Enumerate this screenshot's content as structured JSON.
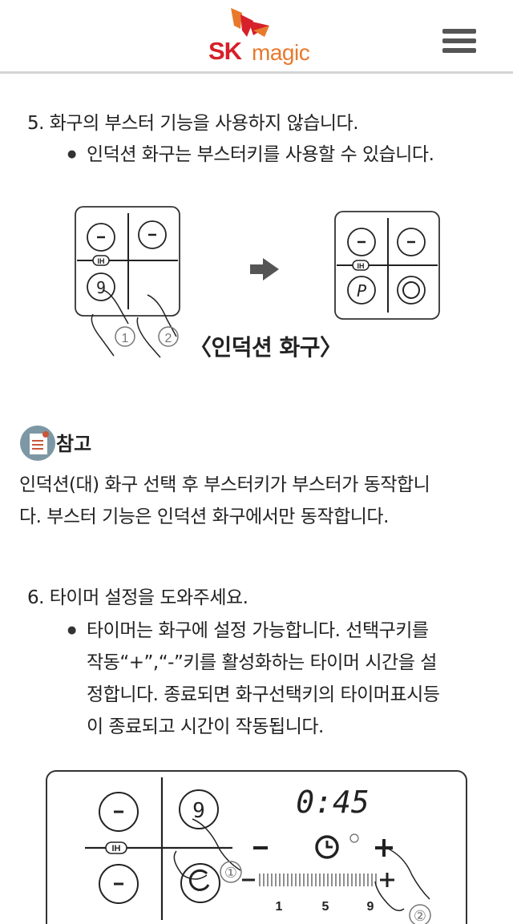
{
  "header": {
    "logo_sk": "SK",
    "logo_magic": "magic",
    "menu_icon": "hamburger-menu-icon",
    "colors": {
      "sk_red": "#d6202a",
      "magic_orange": "#e8792c",
      "divider": "#d4d4d4"
    }
  },
  "section5": {
    "heading": "5. 화구의 부스터 기능을 사용하지 않습니다.",
    "bullet": "인덕션 화구는 부스터키를 사용할 수 있습니다.",
    "diagram": {
      "left_panel": {
        "top_left": "-",
        "top_right": "-",
        "ih_label": "IH",
        "bottom_left": "9",
        "step1": "①",
        "step2": "②"
      },
      "arrow": "➡",
      "right_panel": {
        "top_left": "-",
        "top_right": "-",
        "ih_label": "IH",
        "bottom_left": "P",
        "bottom_right": "◎"
      },
      "caption": "〈인덕션 화구〉"
    }
  },
  "note": {
    "icon": "memo-note-icon",
    "label": "참고",
    "line1": "인덕션(대) 화구 선택 후 부스터키가 부스터가 동작합니",
    "line2": "다. 부스터 기능은 인덕션 화구에서만 동작합니다."
  },
  "section6": {
    "heading": "6. 타이머 설정을 도와주세요.",
    "bullet_lines": [
      "타이머는 화구에 설정 가능합니다. 선택구키를",
      "작동“+”,“-”키를 활성화하는 타이머 시간을 설",
      "정합니다. 종료되면 화구선택키의 타이머표시등",
      "이 종료되고 시간이 작동됩니다."
    ],
    "diagram": {
      "display_time": "0:45",
      "ih_label": "IH",
      "burner_top_left": "-",
      "burner_bottom_left": "-",
      "burner_top_right": "9",
      "minus": "−",
      "plus": "+",
      "slider_ticks": [
        "1",
        "5",
        "9"
      ],
      "step1": "①",
      "step2": "②"
    }
  }
}
